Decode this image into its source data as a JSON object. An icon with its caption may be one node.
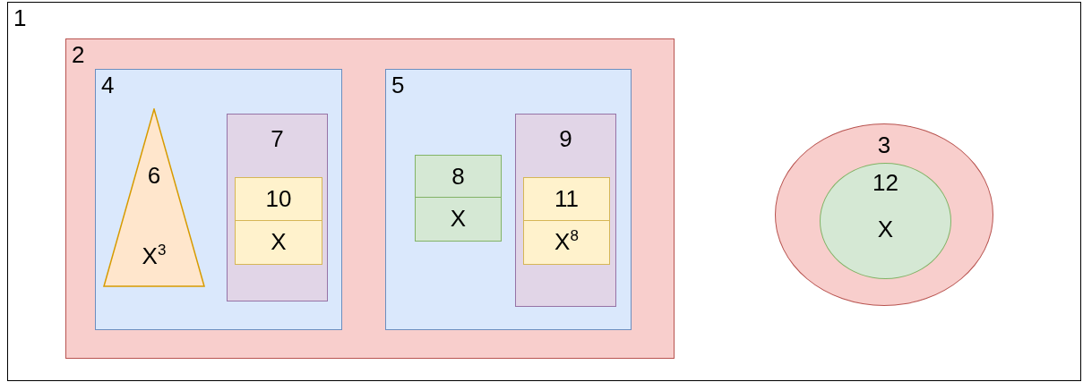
{
  "diagram": {
    "nodes": [
      {
        "text": [
          "1"
        ]
      },
      {
        "text": [
          "2"
        ],
        "in": 0
      },
      {
        "text": [
          "4"
        ],
        "in": 1
      },
      {
        "text": [
          "6",
          "X$^{3}$"
        ],
        "in": 2
      },
      {
        "text": [
          "7"
        ],
        "in": 2
      },
      {
        "text": [
          "10",
          "X"
        ],
        "in": 4
      },
      {
        "text": [
          "5"
        ],
        "in": 1
      },
      {
        "text": [
          "8",
          "X"
        ],
        "in": 6
      },
      {
        "text": [
          "9"
        ],
        "in": 6
      },
      {
        "text": [
          "11",
          "X$^{8}$"
        ],
        "in": 8
      },
      {
        "text": [
          "3"
        ],
        "in": 0
      },
      {
        "text": [
          "12",
          "X"
        ],
        "in": 10
      }
    ]
  }
}
